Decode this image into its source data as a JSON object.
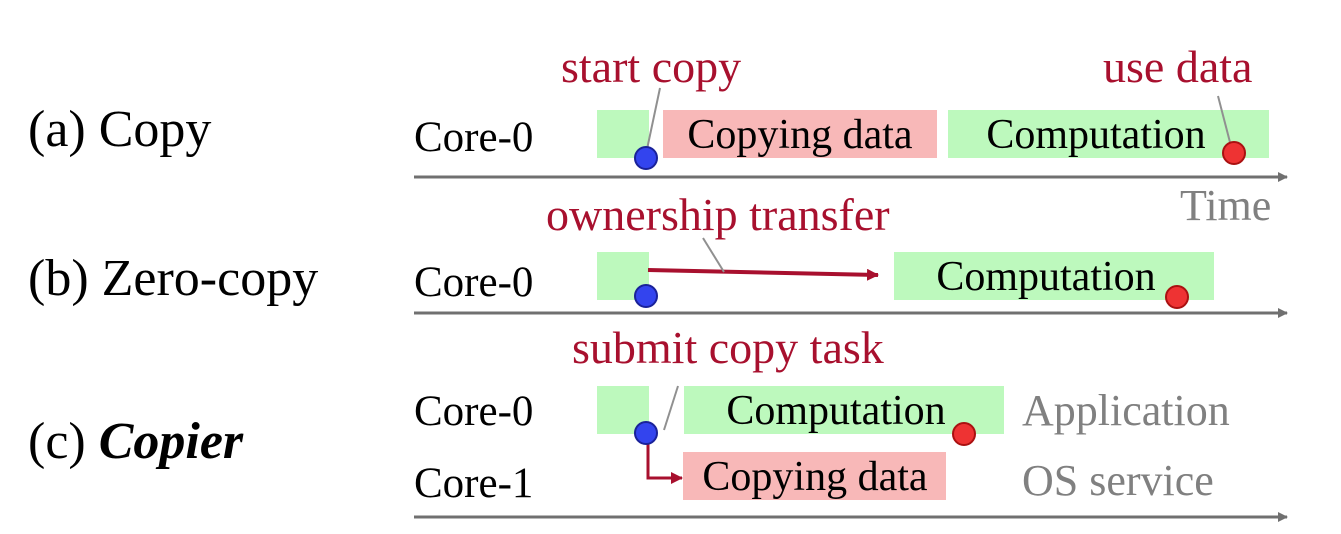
{
  "colors": {
    "computation_box": "#bdf9bd",
    "copy_box": "#f8b8b8",
    "annotation_text": "#a8102e",
    "start_dot": "#3344ee",
    "use_dot": "#ee3333",
    "axis": "#707070",
    "gray_text": "#808080"
  },
  "rows": {
    "a": {
      "label_prefix": "(a)",
      "label_name": "Copy",
      "core": "Core-0",
      "box_copy": "Copying data",
      "box_compute": "Computation",
      "annot_start": "start copy",
      "annot_use": "use data",
      "axis_label": "Time"
    },
    "b": {
      "label_prefix": "(b)",
      "label_name": "Zero-copy",
      "core": "Core-0",
      "box_compute": "Computation",
      "annot_transfer": "ownership transfer"
    },
    "c": {
      "label_prefix": "(c)",
      "label_name": "Copier",
      "core0": "Core-0",
      "core1": "Core-1",
      "box_compute": "Computation",
      "box_copy": "Copying data",
      "annot_submit": "submit copy task",
      "app_label": "Application",
      "os_label": "OS service"
    }
  }
}
